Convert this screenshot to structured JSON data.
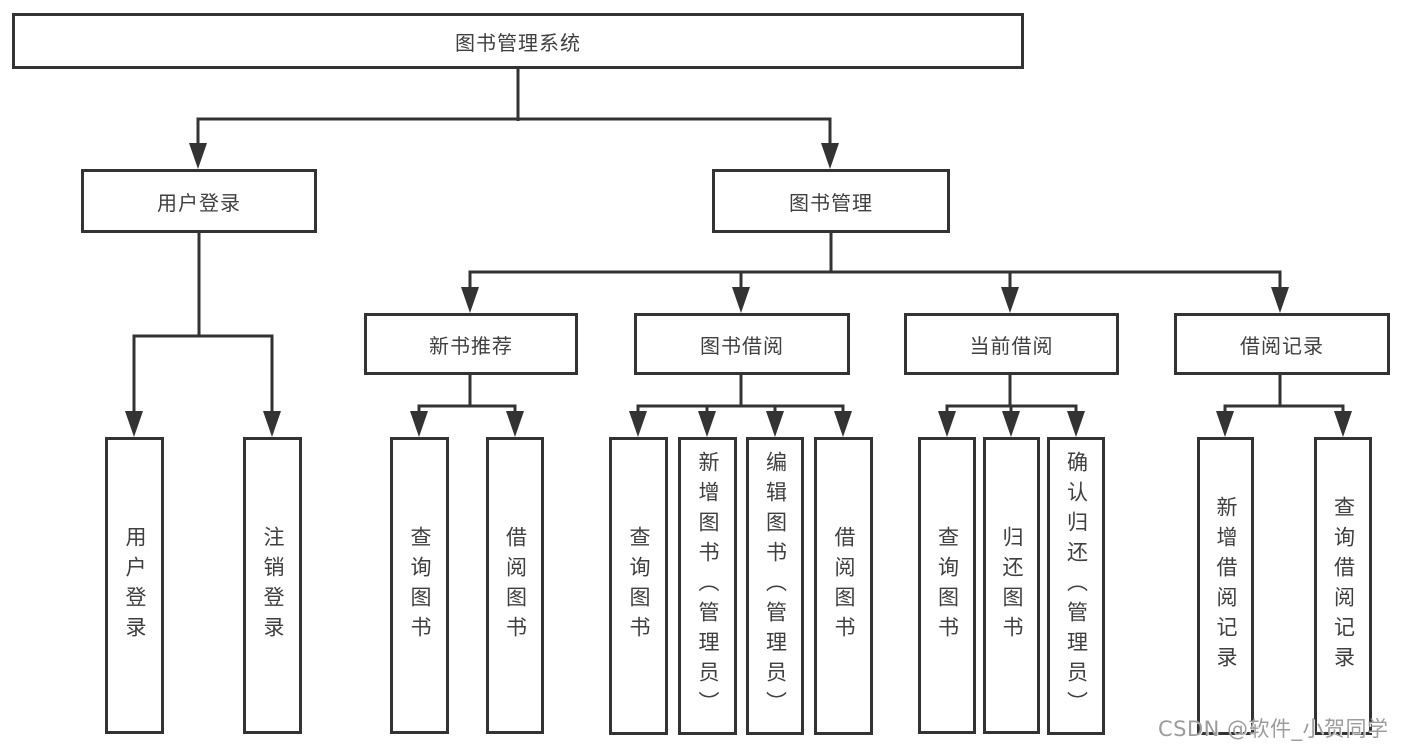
{
  "diagram": {
    "root": {
      "label": "图书管理系统"
    },
    "level2": [
      {
        "label": "用户登录"
      },
      {
        "label": "图书管理"
      }
    ],
    "level3": [
      {
        "label": "新书推荐"
      },
      {
        "label": "图书借阅"
      },
      {
        "label": "当前借阅"
      },
      {
        "label": "借阅记录"
      }
    ],
    "leaves": {
      "user_login": [
        "用户登录",
        "注销登录"
      ],
      "new_book": [
        "查询图书",
        "借阅图书"
      ],
      "book_borrow": [
        "查询图书",
        "新增图书（管理员）",
        "编辑图书（管理员）",
        "借阅图书"
      ],
      "current_borrow": [
        "查询图书",
        "归还图书",
        "确认归还（管理员）"
      ],
      "borrow_record": [
        "新增借阅记录",
        "查询借阅记录"
      ]
    }
  },
  "watermark": {
    "text": "CSDN @软件_小贺同学"
  },
  "colors": {
    "line": "#333333",
    "border": "#333333",
    "text": "#3f3f3f",
    "background": "#ffffff",
    "watermark": "#9c9c9c"
  }
}
